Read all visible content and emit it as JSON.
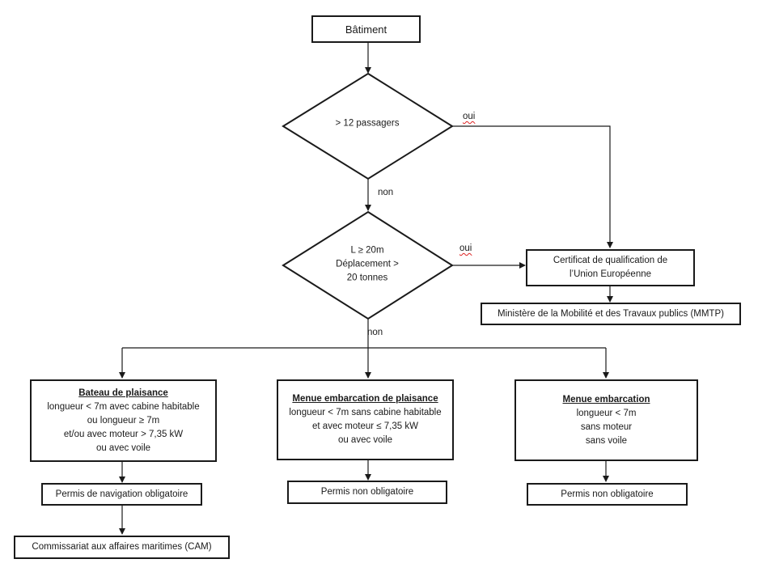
{
  "nodes": {
    "batiment": "Bâtiment",
    "decision_passengers": "> 12 passagers",
    "decision_size": [
      "L ≥ 20m",
      "Déplacement >",
      "20 tonnes"
    ],
    "certificate": [
      "Certificat de qualification de",
      "l’Union Européenne"
    ],
    "ministry": "Ministère de la Mobilité et des Travaux publics (MMTP)",
    "bateau_plaisance": {
      "title": "Bateau de plaisance",
      "lines": [
        "longueur < 7m avec cabine habitable",
        "ou longueur ≥ 7m",
        "et/ou avec moteur > 7,35 kW",
        "ou avec voile"
      ]
    },
    "menue_embarcation_plaisance": {
      "title": "Menue embarcation de plaisance",
      "lines": [
        "longueur < 7m sans cabine habitable",
        "et avec moteur ≤ 7,35 kW",
        "ou avec voile"
      ]
    },
    "menue_embarcation": {
      "title": "Menue embarcation",
      "lines": [
        "longueur < 7m",
        "sans moteur",
        "sans voile"
      ]
    },
    "permis_obligatoire": "Permis de navigation obligatoire",
    "permis_non_1": "Permis non obligatoire",
    "permis_non_2": "Permis non obligatoire",
    "cam": "Commissariat aux affaires maritimes (CAM)"
  },
  "edges": {
    "yes_1": "oui",
    "no_1": "non",
    "yes_2": "oui",
    "no_2": "non"
  },
  "colors": {
    "stroke": "#1a1a1a",
    "background": "#ffffff",
    "spellcheck": "#dd2222"
  }
}
